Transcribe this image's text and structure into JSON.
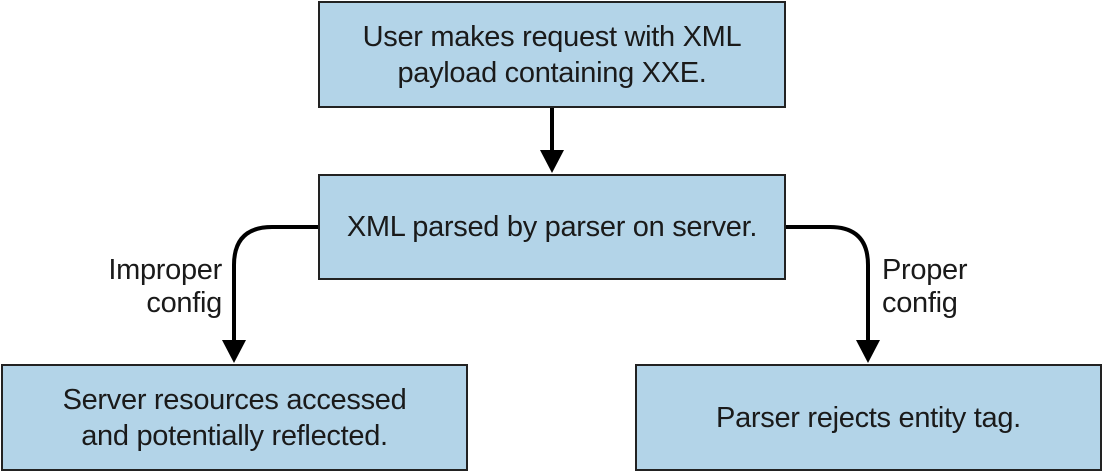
{
  "nodes": {
    "request": {
      "lines": [
        "User makes request with XML",
        "payload containing XXE."
      ]
    },
    "parse": {
      "lines": [
        "XML parsed by parser on server."
      ]
    },
    "improper_result": {
      "lines": [
        "Server resources accessed",
        "and potentially reflected."
      ]
    },
    "proper_result": {
      "lines": [
        "Parser rejects entity tag."
      ]
    }
  },
  "edges": {
    "improper": {
      "lines": [
        "Improper",
        "config"
      ]
    },
    "proper": {
      "lines": [
        "Proper",
        "config"
      ]
    }
  },
  "colors": {
    "box_fill": "#b3d4e8",
    "box_border": "#222222",
    "arrow": "#000000"
  }
}
